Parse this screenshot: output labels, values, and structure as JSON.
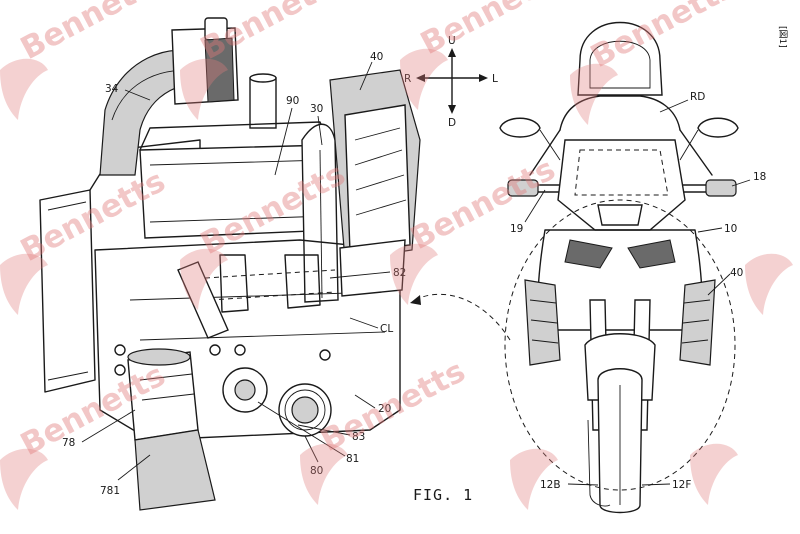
{
  "figure_title": "FIG. 1",
  "sheet_mark": "[図1]",
  "watermark_text": "Bennetts",
  "colors": {
    "line": "#1a1a1a",
    "watermark": "#e07a7a",
    "background": "#ffffff"
  },
  "directions": {
    "up": "U",
    "down": "D",
    "right": "R",
    "left": "L"
  },
  "labels": {
    "n34": "34",
    "n90": "90",
    "n30": "30",
    "n40_left": "40",
    "n82": "82",
    "nCL": "CL",
    "n20": "20",
    "n83": "83",
    "n81": "81",
    "n80": "80",
    "n78": "78",
    "n781": "781",
    "nRD": "RD",
    "n18": "18",
    "n19": "19",
    "n10": "10",
    "n40_right": "40",
    "n12B": "12B",
    "n12F": "12F"
  }
}
